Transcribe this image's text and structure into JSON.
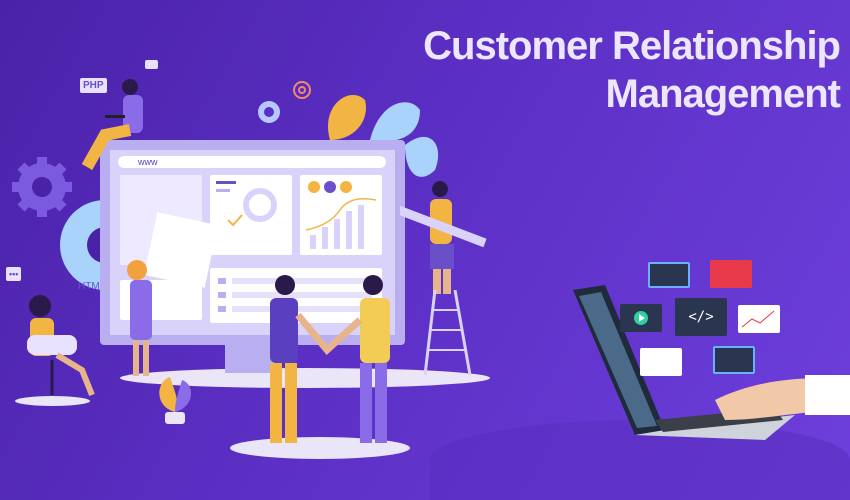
{
  "title": {
    "line1": "Customer Relationship",
    "line2": "Management"
  },
  "labels": {
    "php": "PHP",
    "www": "www",
    "html": "HTM",
    "chat": "•••",
    "code": "</>"
  },
  "colors": {
    "background": "#5b2fc4",
    "accent_orange": "#f2b544",
    "title": "#ece6ff"
  }
}
